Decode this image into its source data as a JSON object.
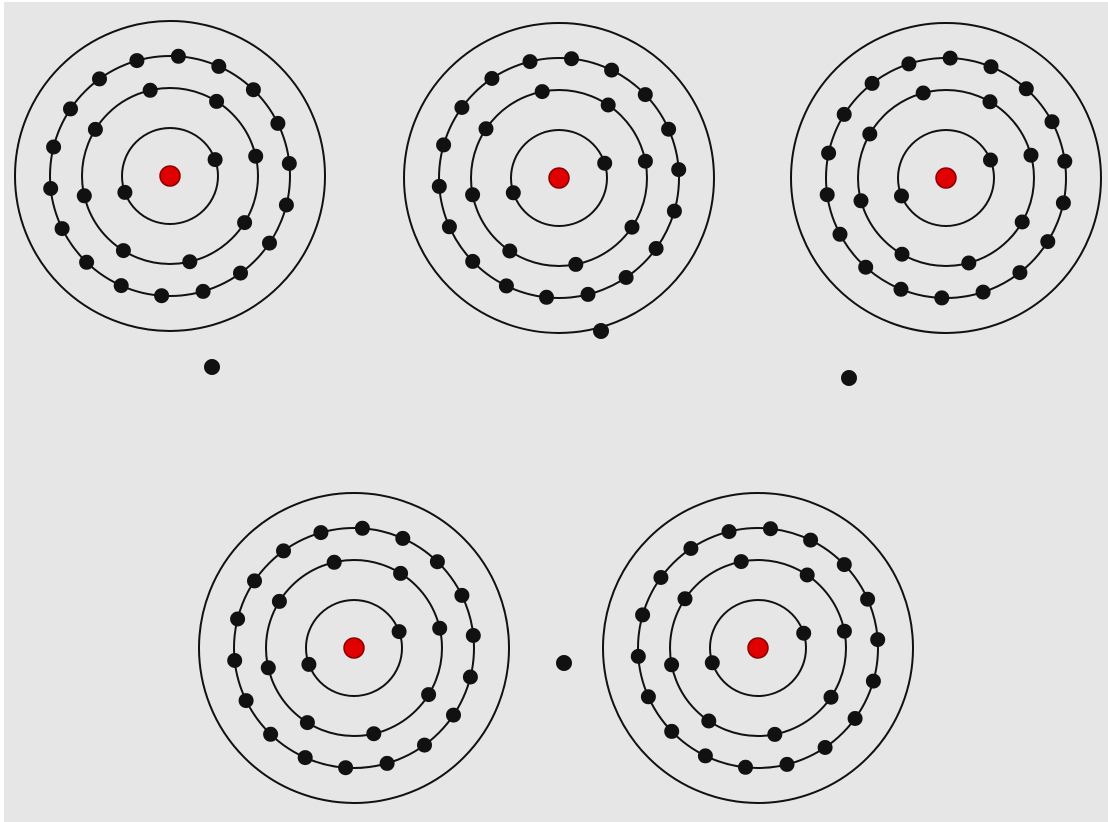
{
  "diagram": {
    "type": "bohr-atom-models",
    "atom_count": 5,
    "shells_per_atom": 3,
    "electrons_per_shell": [
      2,
      8,
      18
    ],
    "free_electron_count": 4,
    "colors": {
      "background": "#e6e6e6",
      "orbit": "#111111",
      "electron": "#111111",
      "nucleus": "#e00000"
    }
  }
}
